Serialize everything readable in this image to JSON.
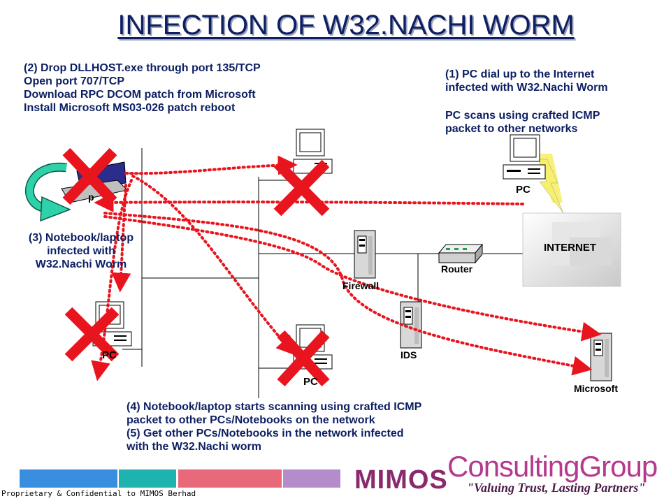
{
  "title": "INFECTION OF W32.NACHI WORM",
  "steps": {
    "step2": [
      "(2) Drop DLLHOST.exe through port 135/TCP",
      "Open port 707/TCP",
      "Download RPC DCOM patch from Microsoft",
      "Install Microsoft MS03-026 patch reboot"
    ],
    "step1": [
      "(1) PC dial up to the Internet",
      "infected with W32.Nachi Worm"
    ],
    "step1b": [
      "PC scans using crafted ICMP",
      "packet to other networks"
    ],
    "step3": [
      "(3) Notebook/laptop",
      "infected with",
      "W32.Nachi Worm"
    ],
    "step4": [
      "(4) Notebook/laptop starts scanning using crafted ICMP",
      "packet to other PCs/Notebooks on the network"
    ],
    "step5": [
      "(5) Get other PCs/Notebooks in the network infected",
      "with the W32.Nachi worm"
    ]
  },
  "nodes": {
    "pc_dialup": "PC",
    "internet": "INTERNET",
    "router": "Router",
    "firewall": "Firewall",
    "ids": "IDS",
    "microsoft": "Microsoft",
    "pc_bottom_center": "PC",
    "pc_bottom_left": "PC",
    "laptop": "p"
  },
  "footer": {
    "confidential": "Proprietary & Confidential to MIMOS Berhad",
    "brand_mimos": "MIMOS",
    "brand_consulting": "ConsultingGroup",
    "tagline": "\"Valuing Trust, Lasting Partners\""
  },
  "colors": {
    "text_navy": "#0d1f63",
    "infection_red": "#e8141e",
    "footer_bar": [
      "#3a8ee0",
      "#1fb3b0",
      "#e86a7a",
      "#b48ccc"
    ],
    "brand_magenta": "#b5398c"
  }
}
